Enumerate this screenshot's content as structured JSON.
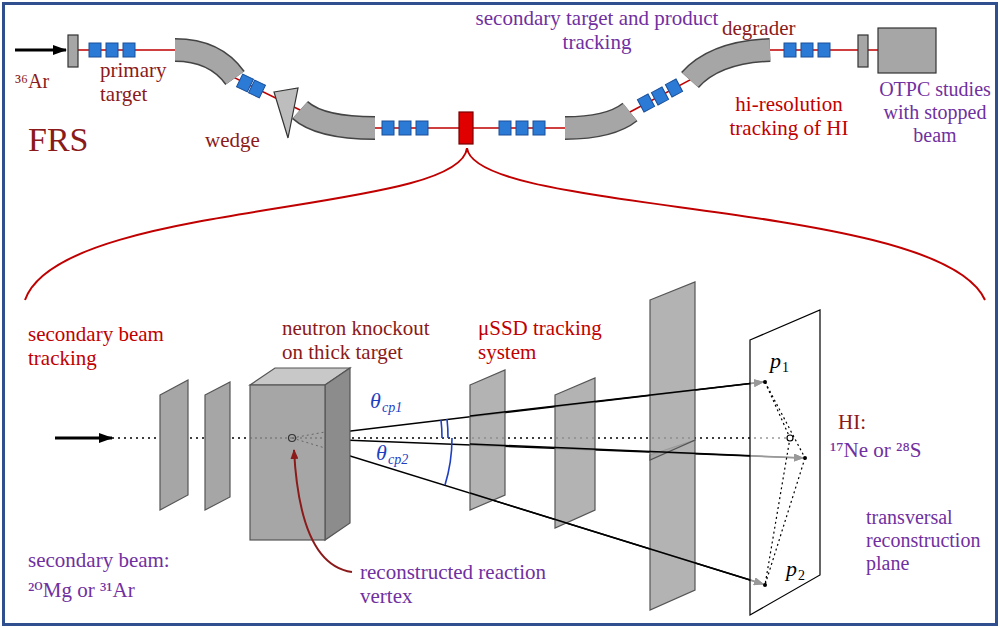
{
  "diagram": {
    "labels": [
      "³⁶Ar",
      "primary target",
      "wedge",
      "FRS",
      "secondary target and product tracking",
      "degrader",
      "hi-resolution tracking of HI",
      "OTPC studies with stopped beam",
      "secondary beam tracking",
      "neutron knockout on thick target",
      "μSSD tracking system",
      "θ",
      "cp1",
      "θ",
      "cp2",
      "p",
      "1",
      "HI:",
      "¹⁷Ne or ²⁸S",
      "p",
      "2",
      "secondary beam:",
      "²⁰Mg or ³¹Ar",
      "reconstructed reaction vertex",
      "transversal reconstruction plane"
    ]
  }
}
